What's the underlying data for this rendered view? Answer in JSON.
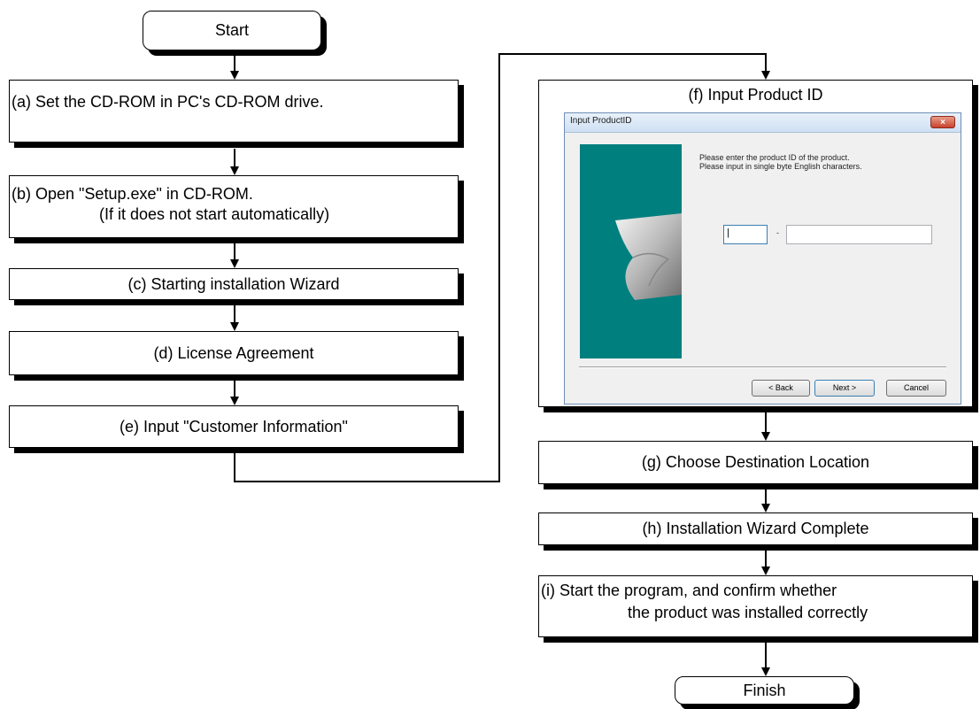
{
  "flow": {
    "start": "Start",
    "finish": "Finish",
    "step_a": "(a) Set the CD-ROM in PC's CD-ROM drive.",
    "step_b_line1": "(b) Open \"Setup.exe\" in CD-ROM.",
    "step_b_line2": "(If it does not start automatically)",
    "step_c": "(c) Starting installation Wizard",
    "step_d": "(d) License Agreement",
    "step_e": "(e) Input \"Customer Information\"",
    "step_f": "(f) Input Product ID",
    "step_g": "(g) Choose Destination Location",
    "step_h": "(h) Installation Wizard Complete",
    "step_i_line1": "(i) Start the program, and confirm whether",
    "step_i_line2": "the product was installed correctly"
  },
  "dialog": {
    "title": "Input ProductID",
    "close_label": "×",
    "message_line1": "Please enter the product ID of the product.",
    "message_line2": "Please input in single byte English characters.",
    "id_input1_value": "|",
    "separator": "-",
    "id_input2_value": "",
    "back_label": "< Back",
    "next_label": "Next >",
    "cancel_label": "Cancel"
  },
  "colors": {
    "panel_teal": "#007f7f",
    "dialog_bg": "#f0f0f0",
    "close_red": "#c8412b"
  }
}
